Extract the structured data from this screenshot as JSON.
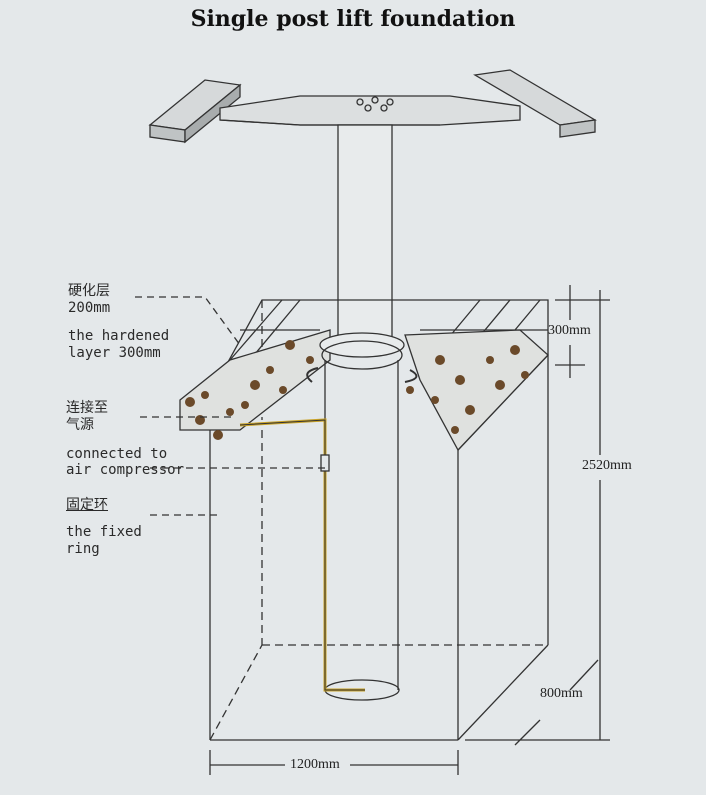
{
  "title": "Single post lift foundation",
  "labels": {
    "hardened_cn": "硬化层",
    "hardened_cn_size": "200mm",
    "hardened_en_1": "the hardened",
    "hardened_en_2": "layer 300mm",
    "air_cn_1": "连接至",
    "air_cn_2": "气源",
    "air_en_1": "connected to",
    "air_en_2": "air compressor",
    "ring_cn": "固定环",
    "ring_en_1": "the fixed",
    "ring_en_2": "ring"
  },
  "dimensions": {
    "layer": "300mm",
    "depth": "2520mm",
    "width_side": "800mm",
    "width_front": "1200mm"
  },
  "colors": {
    "background": "#e4e8ea",
    "line": "#333333",
    "concrete": "#6b4a2a",
    "pipe": "#c9a227"
  }
}
